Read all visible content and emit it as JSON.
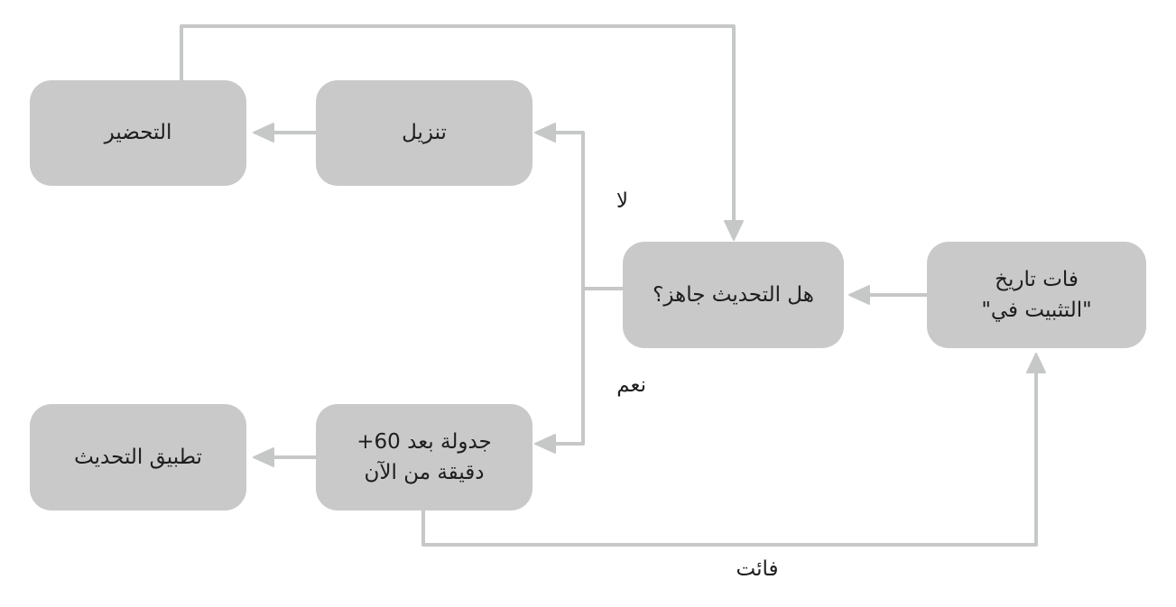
{
  "diagram": {
    "type": "flowchart",
    "direction": "rtl",
    "title": "",
    "nodes": [
      {
        "id": "preparation",
        "label": "التحضير"
      },
      {
        "id": "download",
        "label": "تنزيل"
      },
      {
        "id": "update-ready",
        "label": "هل التحديث جاهز؟"
      },
      {
        "id": "install-by-passed",
        "label": "فات تاريخ\n\"التثبيت في\""
      },
      {
        "id": "apply-update",
        "label": "تطبيق التحديث"
      },
      {
        "id": "schedule",
        "label": "جدولة بعد 60+\nدقيقة من الآن"
      }
    ],
    "edges": [
      {
        "from": "install-by-passed",
        "to": "update-ready",
        "label": ""
      },
      {
        "from": "update-ready",
        "to": "download",
        "label": "لا"
      },
      {
        "from": "download",
        "to": "preparation",
        "label": ""
      },
      {
        "from": "preparation",
        "to": "update-ready",
        "label": ""
      },
      {
        "from": "update-ready",
        "to": "schedule",
        "label": "نعم"
      },
      {
        "from": "schedule",
        "to": "apply-update",
        "label": ""
      },
      {
        "from": "schedule",
        "to": "install-by-passed",
        "label": "فائت"
      }
    ],
    "colors": {
      "background": "#ffffff",
      "node_fill": "#c9c9c9",
      "connector": "#c6c7c7",
      "text": "#1d1d1d"
    }
  }
}
